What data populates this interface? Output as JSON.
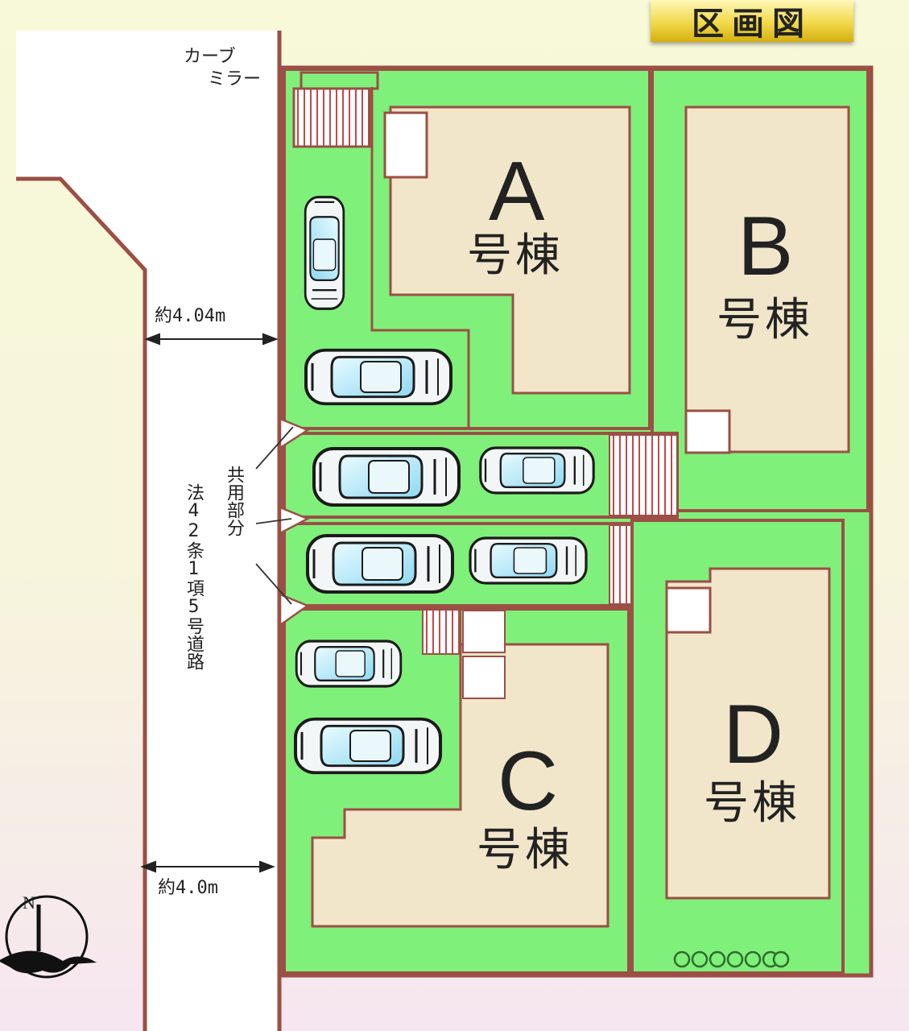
{
  "title": "区画図",
  "curve_mirror": [
    "カーブ",
    "ミラー"
  ],
  "road": {
    "width_top": "約4.04m",
    "width_bottom": "約4.0m",
    "shared_part": "共用部分",
    "road_type": "法42条1項5号道路"
  },
  "lots": [
    {
      "letter": "A",
      "suffix": "号棟"
    },
    {
      "letter": "B",
      "suffix": "号棟"
    },
    {
      "letter": "C",
      "suffix": "号棟"
    },
    {
      "letter": "D",
      "suffix": "号棟"
    }
  ],
  "compass": "N",
  "colors": {
    "yard": "#7ff07a",
    "building": "#f1e6c9",
    "boundary": "#9b4f45",
    "road": "#ffffff",
    "title_bg": "#f1d84a"
  }
}
